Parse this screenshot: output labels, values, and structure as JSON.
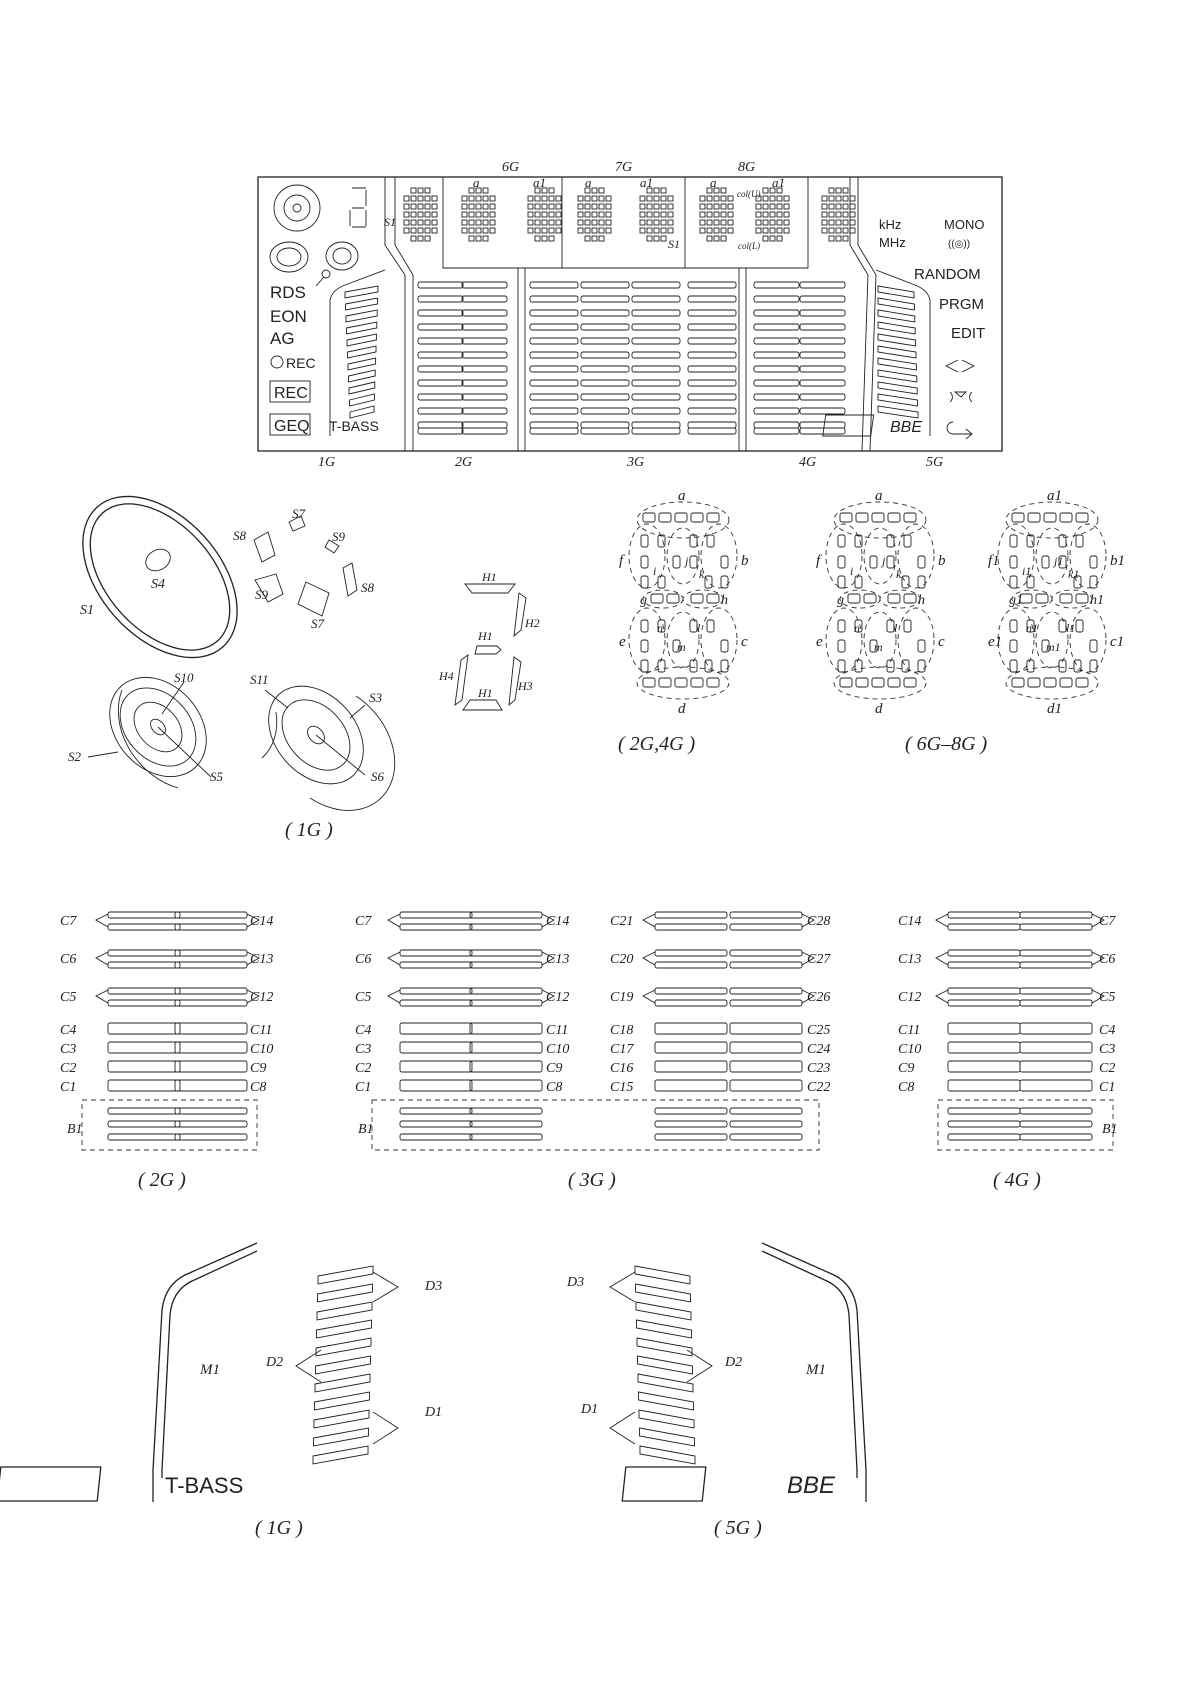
{
  "lcd": {
    "group_labels_top": [
      "6G",
      "7G",
      "8G"
    ],
    "group_labels_bottom": [
      "1G",
      "2G",
      "3G",
      "4G",
      "5G"
    ],
    "seg_labels": {
      "a": "a",
      "a1": "a1",
      "s1": "S1",
      "col_u": "col(U)",
      "col_l": "col(L)"
    },
    "left_indicators": [
      "RDS",
      "EON",
      "AG",
      "REC",
      "REC",
      "GEQ",
      "T-BASS"
    ],
    "right_indicators": [
      "kHz",
      "MHz",
      "MONO",
      "RANDOM",
      "PRGM",
      "EDIT",
      "BBE"
    ]
  },
  "fig_1g": {
    "labels": [
      "S1",
      "S2",
      "S3",
      "S4",
      "S5",
      "S6",
      "S7",
      "S8",
      "S9",
      "S10",
      "S11",
      "H1",
      "H2",
      "H3",
      "H4"
    ],
    "caption": "( 1G )"
  },
  "fig_2g4g": {
    "segments": [
      "a",
      "b",
      "c",
      "d",
      "e",
      "f",
      "g",
      "h",
      "i",
      "j",
      "k",
      "l",
      "m",
      "n"
    ],
    "caption": "( 2G,4G )"
  },
  "fig_6g8g": {
    "segments_left": [
      "a",
      "b",
      "c",
      "d",
      "e",
      "f",
      "g",
      "h",
      "i",
      "j",
      "k",
      "l",
      "m",
      "n"
    ],
    "segments_right": [
      "a1",
      "b1",
      "c1",
      "d1",
      "e1",
      "f1",
      "g1",
      "h1",
      "i1",
      "j1",
      "k1",
      "l1",
      "m1",
      "n1"
    ],
    "caption": "( 6G–8G )"
  },
  "fig_bars": {
    "g2": {
      "left": [
        "C7",
        "C6",
        "C5",
        "C4",
        "C3",
        "C2",
        "C1"
      ],
      "right": [
        "C14",
        "C13",
        "C12",
        "C11",
        "C10",
        "C9",
        "C8"
      ],
      "b": "B1",
      "caption": "( 2G )"
    },
    "g3": {
      "left": [
        "C7",
        "C6",
        "C5",
        "C4",
        "C3",
        "C2",
        "C1"
      ],
      "mid_right": [
        "C14",
        "C13",
        "C12",
        "C11",
        "C10",
        "C9",
        "C8"
      ],
      "mid_left": [
        "C21",
        "C20",
        "C19",
        "C18",
        "C17",
        "C16",
        "C15"
      ],
      "right": [
        "C28",
        "C27",
        "C26",
        "C25",
        "C24",
        "C23",
        "C22"
      ],
      "b": "B1",
      "caption": "( 3G )"
    },
    "g4": {
      "left": [
        "C14",
        "C13",
        "C12",
        "C11",
        "C10",
        "C9",
        "C8"
      ],
      "right": [
        "C7",
        "C6",
        "C5",
        "C4",
        "C3",
        "C2",
        "C1"
      ],
      "b": "B1",
      "caption": "( 4G )"
    }
  },
  "fig_side": {
    "left": {
      "m": "M1",
      "d": [
        "D3",
        "D2",
        "D1"
      ],
      "logo": "T-BASS",
      "caption": "( 1G )"
    },
    "right": {
      "m": "M1",
      "d": [
        "D3",
        "D2",
        "D1"
      ],
      "logo": "BBE",
      "caption": "( 5G )"
    }
  }
}
